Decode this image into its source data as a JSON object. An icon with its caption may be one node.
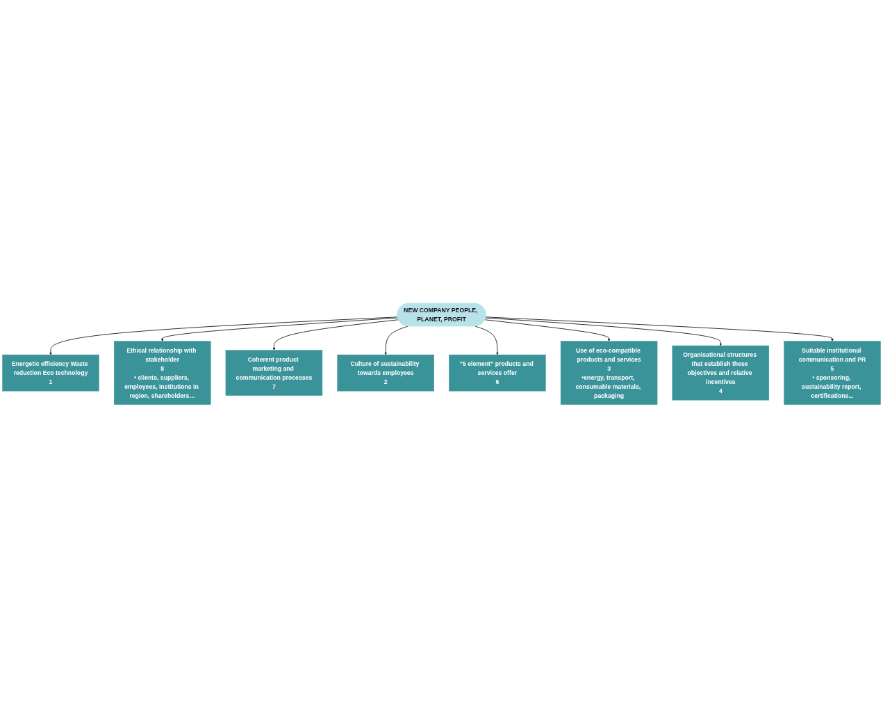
{
  "diagram": {
    "nodes": [
      {
        "text": [
          "Energetic efficiency Waste reduction Eco technology",
          "1"
        ]
      },
      {
        "text": [
          "Ethical relationship with stakeholder",
          "8",
          "• clients, suppliers, employees, institutions in region, shareholders…"
        ]
      },
      {
        "text": [
          "Coherent product marketing and communication processes",
          "7"
        ]
      },
      {
        "text": [
          "Culture of sustainability towards employees",
          "2"
        ]
      },
      {
        "text": [
          "NEW COMPANY PEOPLE, PLANET, PROFIT"
        ]
      },
      {
        "text": [
          "“5 element” products and services offer",
          "6"
        ]
      },
      {
        "text": [
          "Use of eco-compatible products and services",
          "3",
          "•energy, transport, consumable materials, packaging"
        ]
      },
      {
        "text": [
          "Organisational structures that establish these objectives and relative incentives",
          "4"
        ]
      },
      {
        "text": [
          "Suitable institutional communication and PR",
          "5",
          "• sponsoring, sustainability report, certifications..."
        ]
      }
    ],
    "edges": [
      {
        "from": 4,
        "to": 0,
        "arrow": "to"
      },
      {
        "from": 4,
        "to": 1,
        "arrow": "to"
      },
      {
        "from": 4,
        "to": 2,
        "arrow": "to"
      },
      {
        "from": 4,
        "to": 3,
        "arrow": "to"
      },
      {
        "from": 4,
        "to": 5,
        "arrow": "to"
      },
      {
        "from": 4,
        "to": 6,
        "arrow": "to"
      },
      {
        "from": 4,
        "to": 7,
        "arrow": "to"
      },
      {
        "from": 4,
        "to": 8,
        "arrow": "to"
      }
    ]
  }
}
